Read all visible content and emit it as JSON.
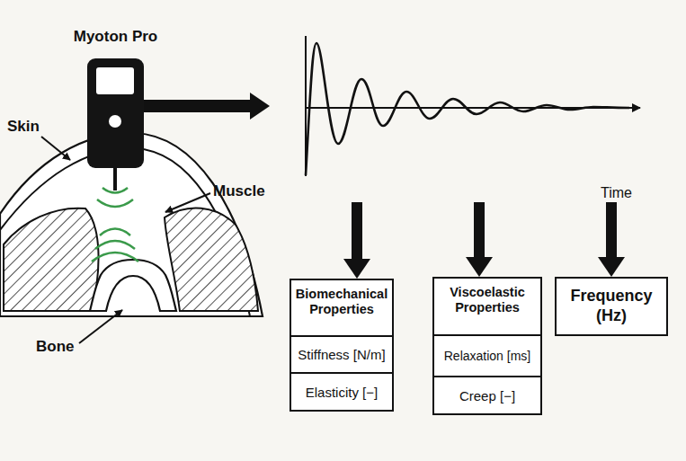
{
  "diagram": {
    "nodes": [
      {
        "text": [
          "Myoton Pro"
        ]
      },
      {
        "text": [
          "Time"
        ]
      },
      {
        "text": [
          "Biomechanical Properties"
        ]
      },
      {
        "text": [
          "Stiffness [N/m]"
        ],
        "in": 2
      },
      {
        "text": [
          "Elasticity [−]"
        ],
        "in": 2
      },
      {
        "text": [
          "Viscoelastic Properties"
        ]
      },
      {
        "text": [
          "Relaxation [ms]"
        ],
        "in": 5
      },
      {
        "text": [
          "Creep [−]"
        ],
        "in": 5
      },
      {
        "text": [
          "Frequency (Hz)"
        ]
      }
    ],
    "edges": [
      {
        "from": 0,
        "to": 1,
        "arrow": "to"
      },
      {
        "from": 1,
        "to": 2,
        "arrow": "to"
      },
      {
        "from": 1,
        "to": 5,
        "arrow": "to"
      },
      {
        "from": 1,
        "to": 8,
        "arrow": "to"
      }
    ],
    "labels": [
      "Skin",
      "Muscle",
      "Bone"
    ]
  }
}
